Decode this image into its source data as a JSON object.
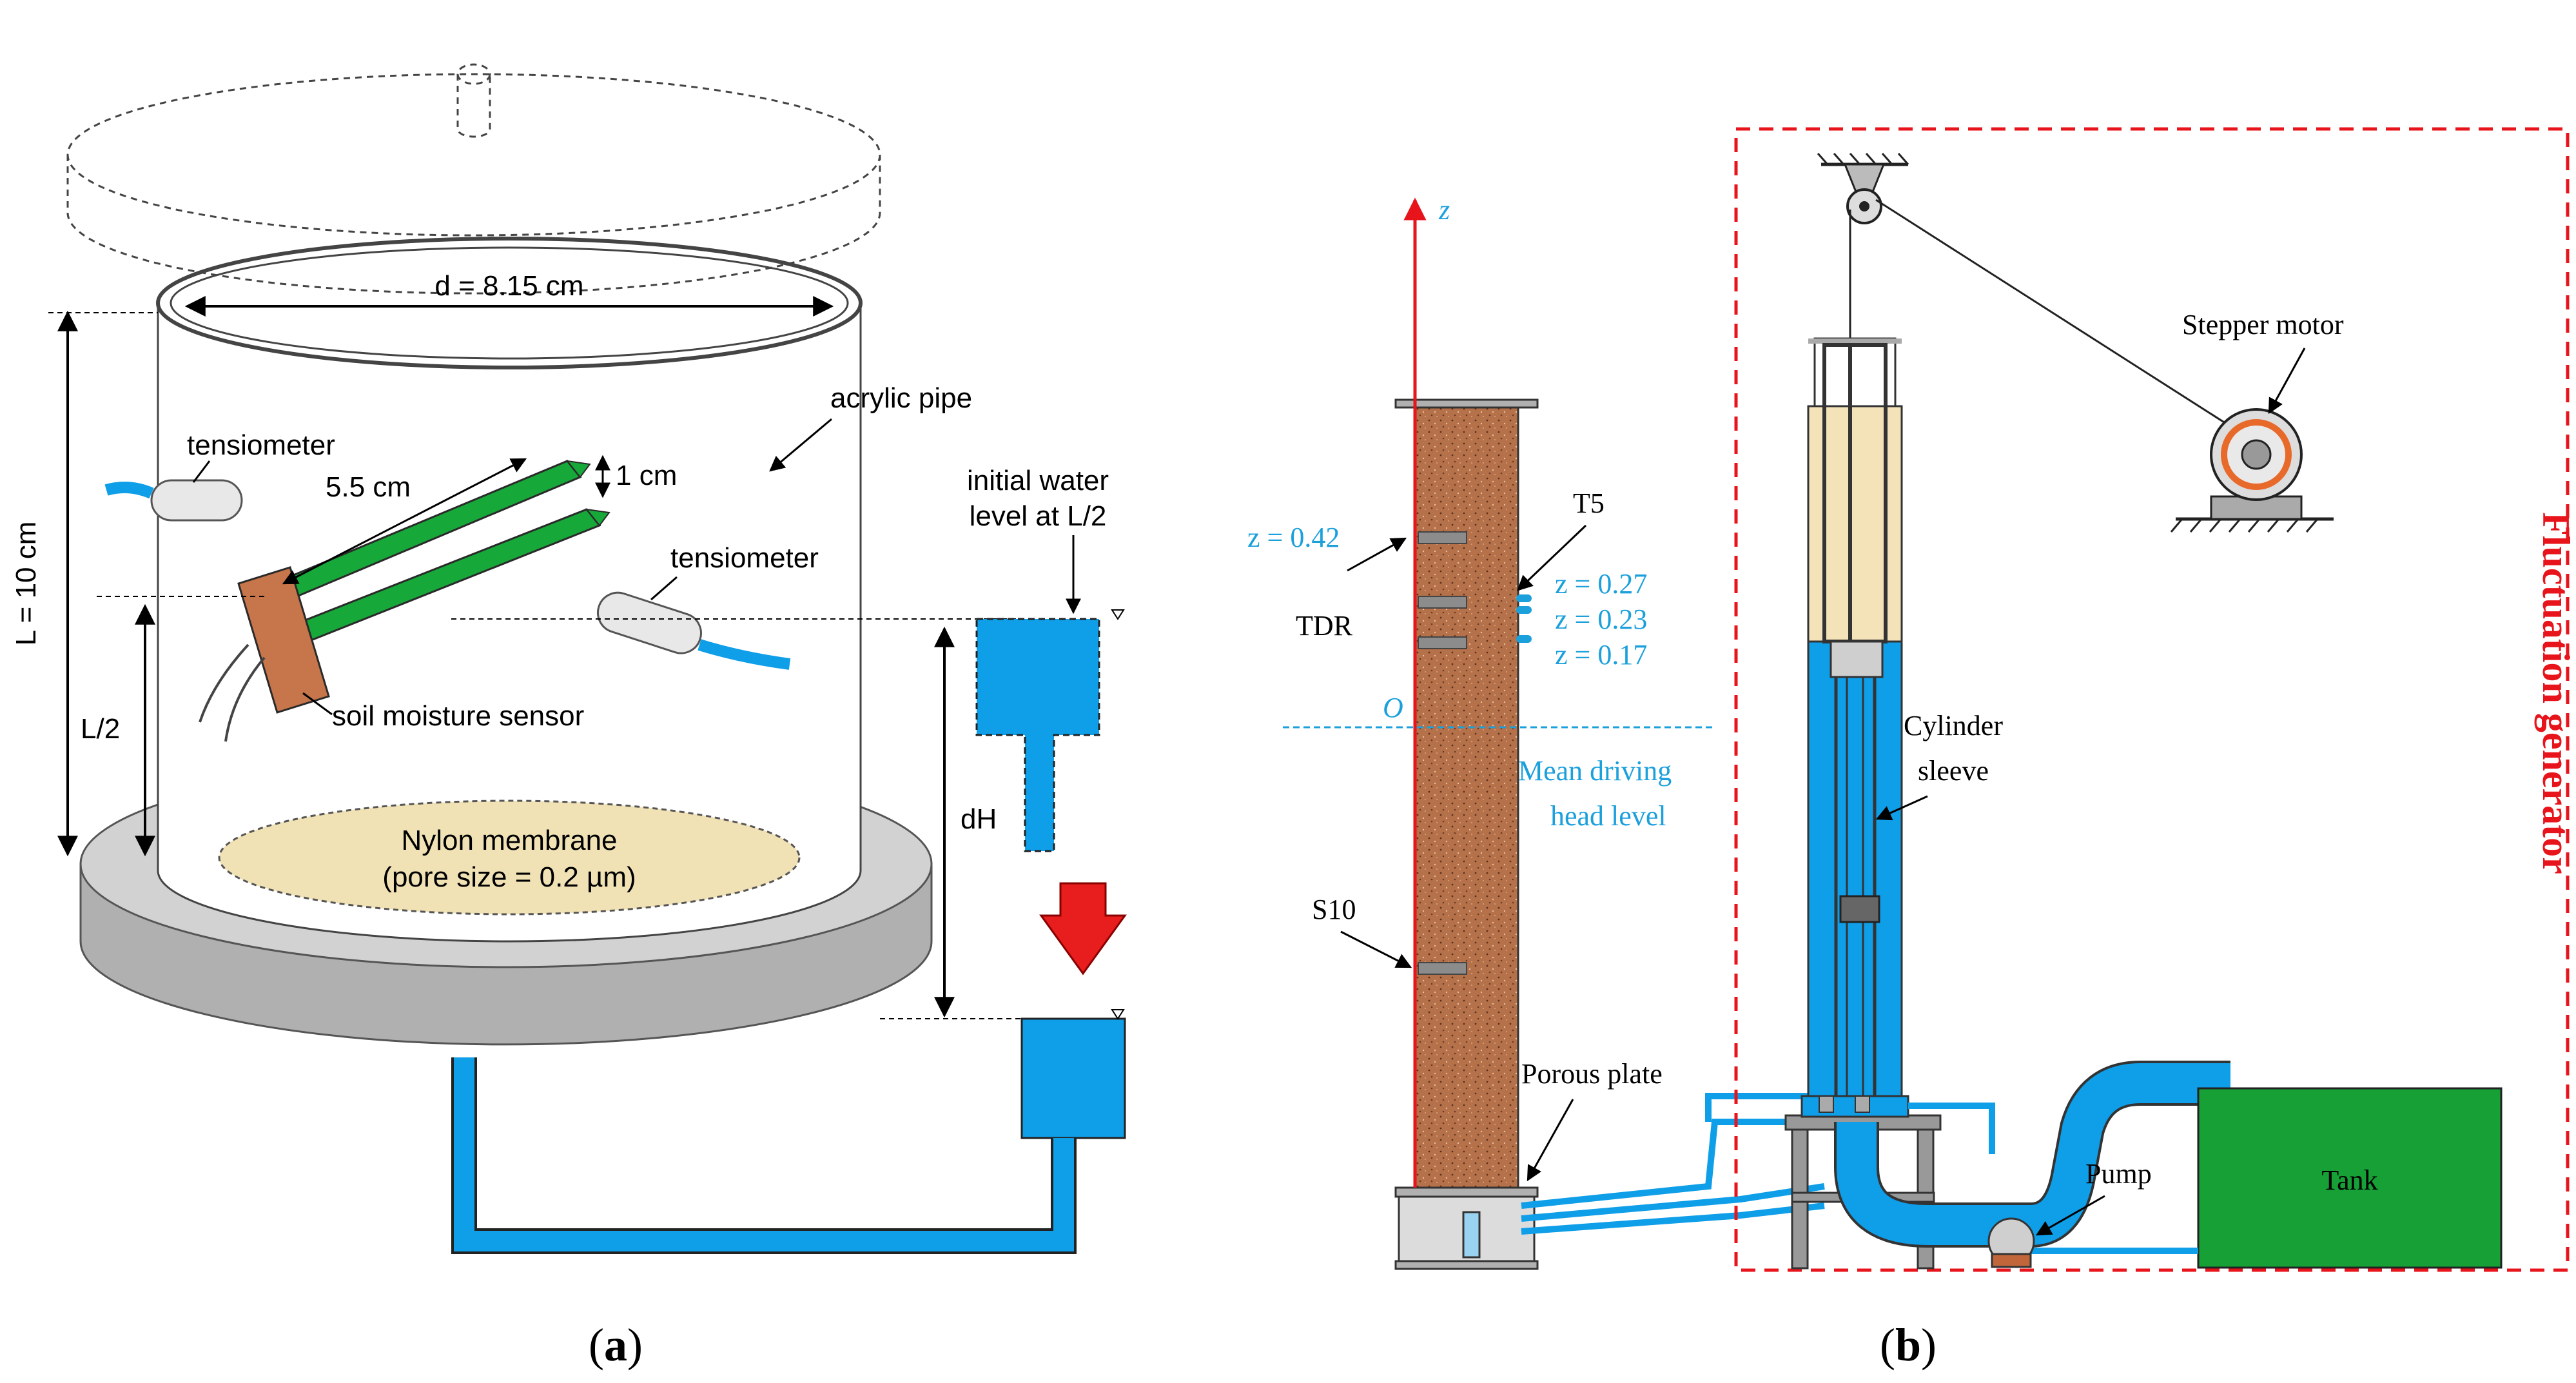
{
  "panel_a": {
    "caption_open": "(",
    "caption_letter": "a",
    "caption_close": ")",
    "diameter_label": "d = 8.15 cm",
    "acrylic_pipe": "acrylic pipe",
    "tensiometer_left": "tensiometer",
    "tensiometer_right": "tensiometer",
    "probe_length": "5.5 cm",
    "probe_spacing": "1 cm",
    "soil_moisture_sensor": "soil moisture sensor",
    "length_label": "L = 10 cm",
    "half_length_label": "L/2",
    "membrane_line1": "Nylon membrane",
    "membrane_line2": "(pore size = 0.2 µm)",
    "initial_water_line1": "initial water",
    "initial_water_line2": "level at L/2",
    "head_diff": "dH"
  },
  "panel_b": {
    "caption_open": "(",
    "caption_letter": "b",
    "caption_close": ")",
    "z_axis": "z",
    "z_tdr": "z = 0.42",
    "tdr": "TDR",
    "t5": "T5",
    "z1": "z = 0.27",
    "z2": "z = 0.23",
    "z3": "z = 0.17",
    "origin": "O",
    "mean_line1": "Mean driving",
    "mean_line2": "head level",
    "s10": "S10",
    "porous_plate": "Porous plate",
    "stepper_motor": "Stepper motor",
    "cylinder_line1": "Cylinder",
    "cylinder_line2": "sleeve",
    "pump": "Pump",
    "tank": "Tank",
    "fluctuation_generator": "Fluctuation generator"
  },
  "colors": {
    "water": "#0f9ee8",
    "sensor_green": "#17a83a",
    "soil": "#b5714a",
    "membrane": "#f1e2b6",
    "base_gray": "#c8c8c8",
    "arrow_red": "#e81e1e",
    "tank_green": "#16a036",
    "frame_red": "#e8141b",
    "label_blue": "#1ba0dc"
  }
}
